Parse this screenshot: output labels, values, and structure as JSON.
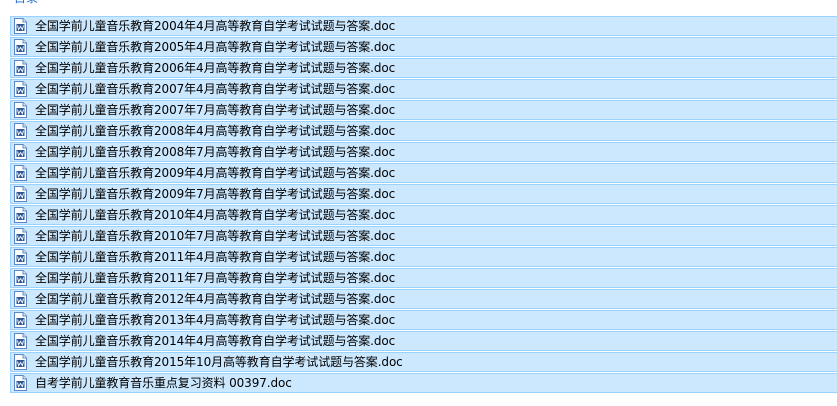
{
  "header": {
    "partial_text": "目录"
  },
  "file_list": {
    "icon": "document-file-icon",
    "colors": {
      "selected_background": "#cce8ff",
      "selected_border": "#99d1ff",
      "icon_border": "#5b87c4"
    },
    "items": [
      {
        "name": "全国学前儿童音乐教育2004年4月高等教育自学考试试题与答案.doc"
      },
      {
        "name": "全国学前儿童音乐教育2005年4月高等教育自学考试试题与答案.doc"
      },
      {
        "name": "全国学前儿童音乐教育2006年4月高等教育自学考试试题与答案.doc"
      },
      {
        "name": "全国学前儿童音乐教育2007年4月高等教育自学考试试题与答案.doc"
      },
      {
        "name": "全国学前儿童音乐教育2007年7月高等教育自学考试试题与答案.doc"
      },
      {
        "name": "全国学前儿童音乐教育2008年4月高等教育自学考试试题与答案.doc"
      },
      {
        "name": "全国学前儿童音乐教育2008年7月高等教育自学考试试题与答案.doc"
      },
      {
        "name": "全国学前儿童音乐教育2009年4月高等教育自学考试试题与答案.doc"
      },
      {
        "name": "全国学前儿童音乐教育2009年7月高等教育自学考试试题与答案.doc"
      },
      {
        "name": "全国学前儿童音乐教育2010年4月高等教育自学考试试题与答案.doc"
      },
      {
        "name": "全国学前儿童音乐教育2010年7月高等教育自学考试试题与答案.doc"
      },
      {
        "name": "全国学前儿童音乐教育2011年4月高等教育自学考试试题与答案.doc"
      },
      {
        "name": "全国学前儿童音乐教育2011年7月高等教育自学考试试题与答案.doc"
      },
      {
        "name": "全国学前儿童音乐教育2012年4月高等教育自学考试试题与答案.doc"
      },
      {
        "name": "全国学前儿童音乐教育2013年4月高等教育自学考试试题与答案.doc"
      },
      {
        "name": "全国学前儿童音乐教育2014年4月高等教育自学考试试题与答案.doc"
      },
      {
        "name": "全国学前儿童音乐教育2015年10月高等教育自学考试试题与答案.doc"
      },
      {
        "name": "自考学前儿童教育音乐重点复习资料 00397.doc"
      }
    ]
  }
}
